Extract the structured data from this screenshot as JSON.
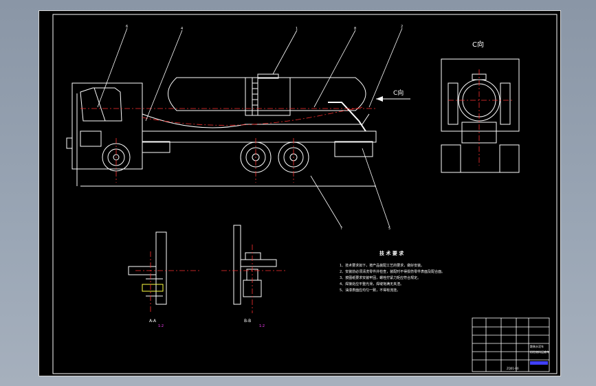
{
  "drawing": {
    "view_label": "C向",
    "arrow_label": "C向",
    "balloons": [
      "6",
      "4",
      "1",
      "8",
      "2",
      "7",
      "5"
    ],
    "tech_title": "技 术 要 求",
    "tech_items": [
      "1、技术要求如下，按产品装配工艺的要求，做好安装。",
      "2、安装前必须清洗零件并检查，装配时不得损伤零件表面及配合面。",
      "3、按图纸要求安装牢固，螺栓拧紧力矩应符合规定。",
      "4、焊接处应平整光滑，焊缝饱满无夹渣。",
      "5、油漆表面应均匀一致，不得有流挂。"
    ],
    "section_a": "A-A",
    "section_b": "B-B",
    "section_a_sub": "1:2",
    "section_b_sub": "1:2"
  },
  "title_block": {
    "name": "散装水泥车",
    "sub": "粉粒物料运输车",
    "code": "ZQ01-00"
  },
  "colors": {
    "sheet": "#000000",
    "line": "#ffffff",
    "center": "#ff3030",
    "hidden": "#ffff40",
    "dim": "#4040ff",
    "section": "#ff40ff"
  }
}
